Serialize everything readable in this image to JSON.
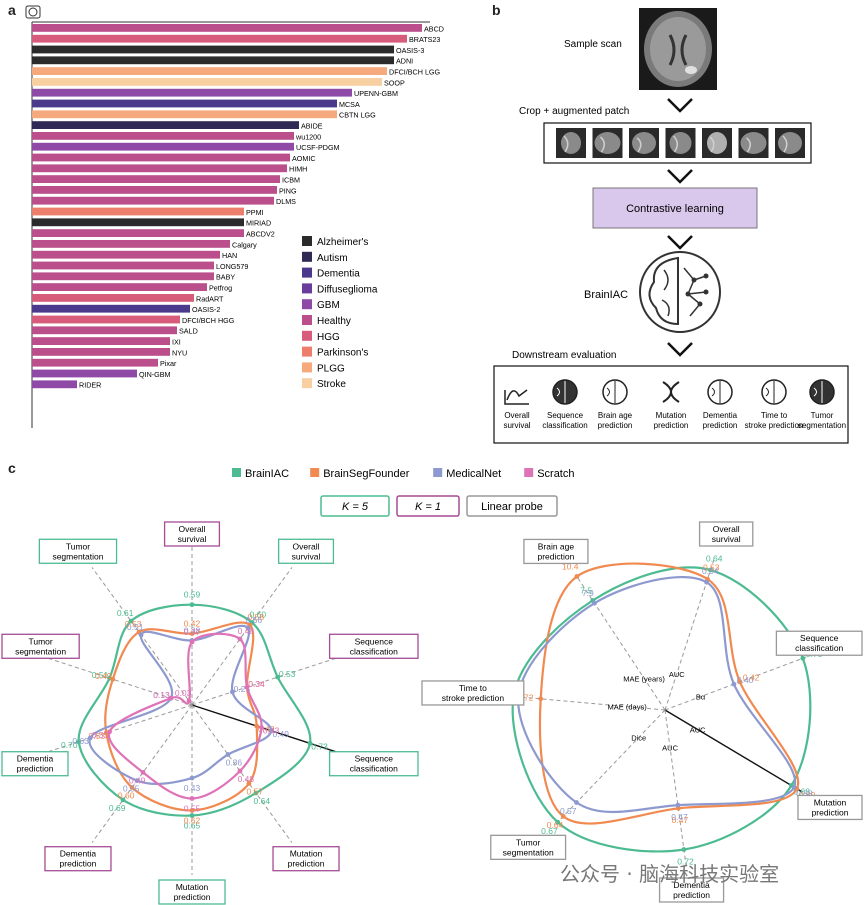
{
  "panels": {
    "a": "a",
    "b": "b",
    "c": "c"
  },
  "chart_data": [
    {
      "type": "bar",
      "title": "",
      "categories": [
        "ABCD",
        "BRATS23",
        "OASIS-3",
        "ADNI",
        "DFCI/BCH LGG",
        "SOOP",
        "UPENN-GBM",
        "MCSA",
        "CBTN LGG",
        "ABIDE",
        "wu1200",
        "UCSF-PDGM",
        "AOMIC",
        "HIMH",
        "ICBM",
        "PING",
        "DLMS",
        "PPMI",
        "MIRIAD",
        "ABCDV2",
        "Calgary",
        "HAN",
        "LONG579",
        "BABY",
        "Petfrog",
        "RadART",
        "OASIS-2",
        "DFCI/BCH HGG",
        "SALD",
        "IXI",
        "NYU",
        "Pixar",
        "QIN-GBM",
        "RIDER"
      ],
      "values": [
        390,
        375,
        362,
        362,
        355,
        350,
        320,
        305,
        305,
        267,
        262,
        262,
        258,
        255,
        248,
        245,
        242,
        212,
        212,
        212,
        198,
        188,
        182,
        182,
        175,
        162,
        158,
        148,
        145,
        138,
        138,
        126,
        105,
        45
      ],
      "classes": [
        "Healthy",
        "HGG",
        "Alzheimer's",
        "Alzheimer's",
        "PLGG",
        "Stroke",
        "GBM",
        "Dementia",
        "PLGG",
        "Autism",
        "Healthy",
        "GBM",
        "Healthy",
        "Healthy",
        "Healthy",
        "Healthy",
        "Healthy",
        "Parkinson's",
        "Alzheimer's",
        "Healthy",
        "Healthy",
        "Healthy",
        "Healthy",
        "Healthy",
        "Healthy",
        "HGG",
        "Dementia",
        "HGG",
        "Healthy",
        "Healthy",
        "Healthy",
        "Healthy",
        "GBM",
        "GBM"
      ],
      "legend": [
        {
          "name": "Alzheimer's",
          "color": "#2b2b2b"
        },
        {
          "name": "Autism",
          "color": "#2f2a55"
        },
        {
          "name": "Dementia",
          "color": "#4b3a8c"
        },
        {
          "name": "Diffuseglioma",
          "color": "#6a3d9a"
        },
        {
          "name": "GBM",
          "color": "#8e4aa6"
        },
        {
          "name": "Healthy",
          "color": "#bb4f8c"
        },
        {
          "name": "HGG",
          "color": "#d75b7b"
        },
        {
          "name": "Parkinson's",
          "color": "#ee7e6c"
        },
        {
          "name": "PLGG",
          "color": "#f6a97c"
        },
        {
          "name": "Stroke",
          "color": "#f7cfa1"
        }
      ],
      "legend_position": "bottom-right"
    },
    {
      "type": "radar",
      "axes": [
        "Overall survival",
        "Overall survival",
        "Sequence classification",
        "Sequence classification",
        "Mutation prediction",
        "Mutation prediction",
        "Dementia prediction",
        "Dementia prediction",
        "Tumor segmentation",
        "Tumor segmentation"
      ],
      "axis_box_style": [
        "K1",
        "K5",
        "K1",
        "K5",
        "K1",
        "K5",
        "K1",
        "K5",
        "K1",
        "K5"
      ],
      "series": [
        {
          "name": "BrainIAC",
          "color": "#4dbb91",
          "values": [
            0.59,
            0.6,
            0.53,
            0.73,
            0.64,
            0.65,
            0.69,
            0.7,
            0.51,
            0.61
          ]
        },
        {
          "name": "BrainSegFounder",
          "color": "#f08a50",
          "values": [
            0.42,
            0.58,
            0.34,
            0.4,
            0.57,
            0.62,
            0.6,
            0.53,
            0.49,
            0.53
          ]
        },
        {
          "name": "MedicalNet",
          "color": "#8d99cf",
          "values": [
            0.38,
            0.56,
            0.25,
            0.49,
            0.36,
            0.43,
            0.55,
            0.63,
            0.13,
            0.51
          ]
        },
        {
          "name": "Scratch",
          "color": "#df73b8",
          "values": [
            0.37,
            0.48,
            0.34,
            0.43,
            0.48,
            0.55,
            0.49,
            0.51,
            0.13,
            0.03
          ]
        }
      ],
      "extra_labels": [
        "0.13"
      ]
    },
    {
      "type": "radar",
      "axes": [
        "Overall survival",
        "Sequence classification",
        "Mutation prediction",
        "Dementia prediction",
        "Tumor segmentation",
        "Time to stroke prediction",
        "Brain age prediction"
      ],
      "inner_axis_labels": [
        "AUC",
        "Bα",
        "AUC",
        "AUC",
        "Dice",
        "MAE (days)",
        "MAE (years)"
      ],
      "series": [
        {
          "name": "BrainIAC",
          "color": "#4dbb91",
          "values": [
            "0.64",
            "0.75",
            "0.68",
            "0.72",
            "0.67",
            "64",
            "7.5"
          ]
        },
        {
          "name": "BrainSegFounder",
          "color": "#f08a50",
          "values": [
            "0.53",
            "0.42",
            "0.60",
            "0.47",
            "0.64",
            "72",
            "10.4"
          ]
        },
        {
          "name": "MedicalNet",
          "color": "#8d99cf",
          "values": [
            "0.54",
            "0.40",
            "0.58",
            "0.47",
            "0.57",
            "74",
            "7.9"
          ]
        }
      ]
    }
  ],
  "flow": {
    "sample_scan": "Sample scan",
    "crop": "Crop + augmented patch",
    "contrastive": "Contrastive learning",
    "brainiac": "BrainIAC",
    "downstream": "Downstream evaluation",
    "tasks": [
      "Overall survival",
      "Sequence classification",
      "Brain age prediction",
      "Mutation prediction",
      "Dementia prediction",
      "Time to stroke prediction",
      "Tumor segmentation"
    ]
  },
  "legend_c": {
    "items": [
      {
        "name": "BrainIAC",
        "color": "#4dbb91"
      },
      {
        "name": "BrainSegFounder",
        "color": "#f08a50"
      },
      {
        "name": "MedicalNet",
        "color": "#8d99cf"
      },
      {
        "name": "Scratch",
        "color": "#df73b8"
      }
    ],
    "k5": "K = 5",
    "k1": "K = 1",
    "linear": "Linear probe"
  },
  "watermark": "公众号 · 脑海科技实验室",
  "colors": {
    "k5": "#4dbb91",
    "k1": "#a54b93",
    "linear": "#888888",
    "accent": "#d9c7ec"
  }
}
